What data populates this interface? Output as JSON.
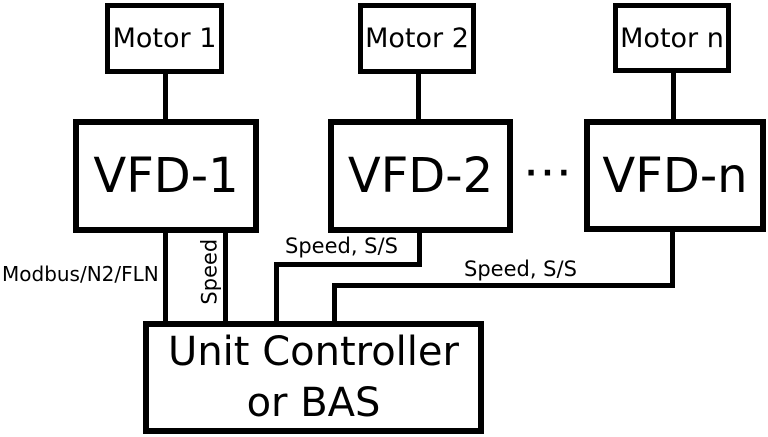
{
  "diagram": {
    "nodes": {
      "motor_1": {
        "label": "Motor 1"
      },
      "motor_2": {
        "label": "Motor 2"
      },
      "motor_n": {
        "label": "Motor n"
      },
      "vfd_1": {
        "label": "VFD-1"
      },
      "vfd_2": {
        "label": "VFD-2"
      },
      "vfd_n": {
        "label": "VFD-n"
      },
      "controller": {
        "label_line1": "Unit Controller",
        "label_line2": "or BAS"
      }
    },
    "connections": {
      "vfd1_bus": {
        "label": "Modbus/N2/FLN"
      },
      "vfd1_speed": {
        "label": "Speed"
      },
      "vfd2_controller": {
        "label": "Speed, S/S"
      },
      "vfdn_controller": {
        "label": "Speed, S/S"
      }
    },
    "ellipsis": "···",
    "colors": {
      "line": "#000000",
      "background": "#ffffff",
      "text": "#000000"
    }
  }
}
